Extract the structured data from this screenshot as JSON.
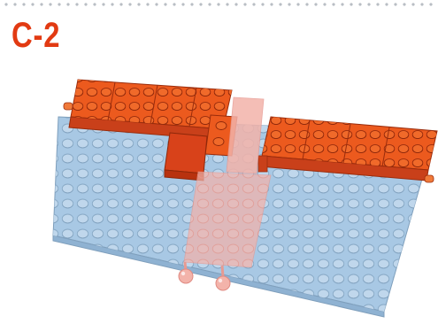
{
  "step": {
    "label": "C-2"
  },
  "colors": {
    "accent": "#e23a12",
    "baseplate": "#a8c8e4",
    "brick_orange": "#ec5a1e",
    "brick_dark": "#d8421a",
    "transparent_pink": "#f3b3aa",
    "dots": "#b9bec4"
  },
  "parts": {
    "baseplate": "light-blue-baseplate",
    "top_row": "orange-brick-row",
    "center_panel": "transparent-pink-panel",
    "accent_tile": "dark-red-tile",
    "knobs": "pink-round-knobs"
  }
}
